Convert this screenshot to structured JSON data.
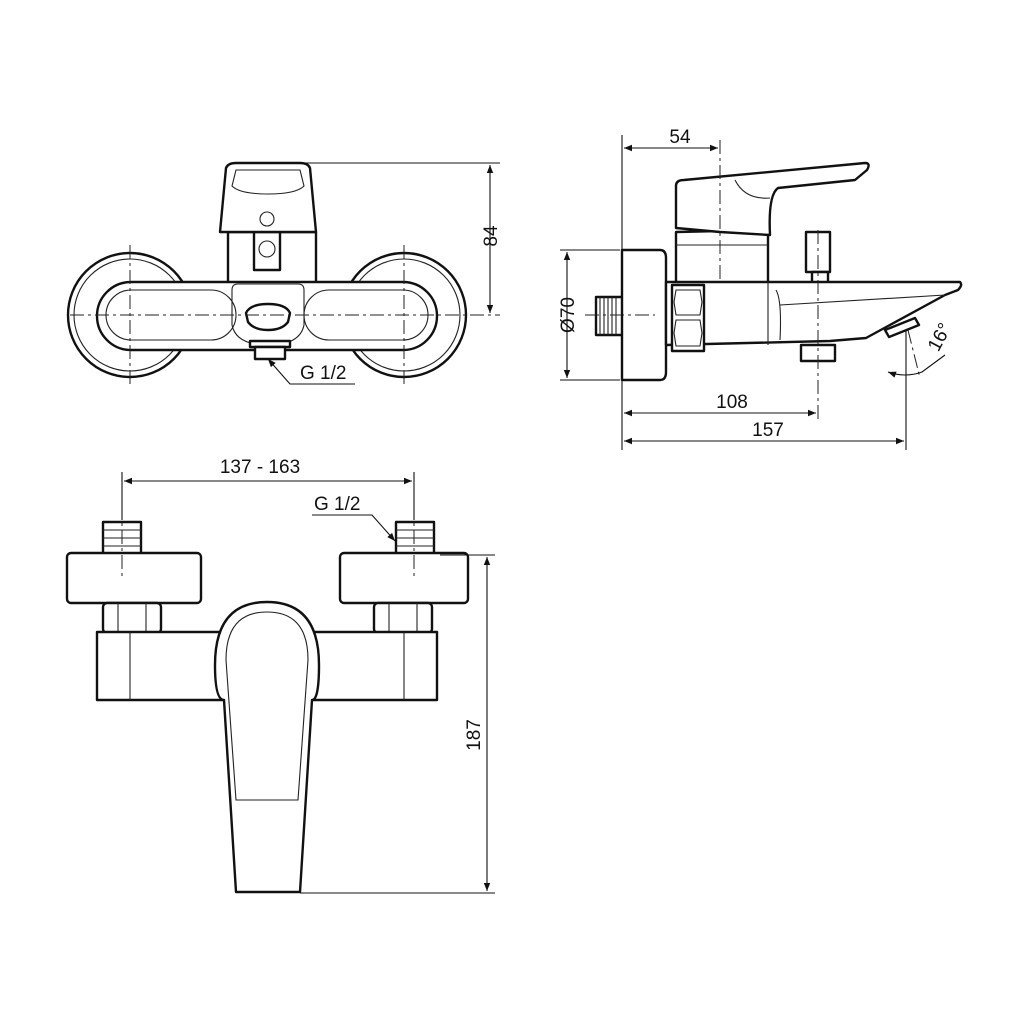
{
  "title": "Bath/shower mixer technical drawing",
  "views": {
    "top": {
      "dimension_height": "84",
      "thread_label": "G 1/2"
    },
    "side": {
      "dimension_lever": "54",
      "dimension_diameter": "Ø70",
      "dimension_outlet": "108",
      "dimension_length": "157",
      "dimension_angle": "16°"
    },
    "front": {
      "dimension_centers": "137 - 163",
      "thread_label": "G 1/2",
      "dimension_height": "187"
    }
  },
  "colors": {
    "line": "#111111",
    "background": "#ffffff"
  }
}
